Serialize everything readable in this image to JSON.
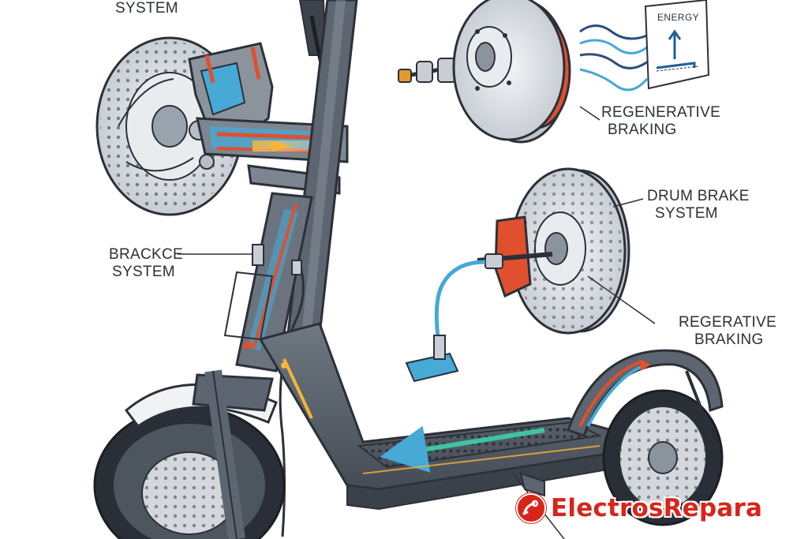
{
  "labels": {
    "top_system": "SYSTEM",
    "regen_top_line1": "REGENERATIVE",
    "regen_top_line2": "BRAKING",
    "energy": "ENERGY",
    "drum_line1": "DRUM BRAKE",
    "drum_line2": "SYSTEM",
    "brakce_line1": "BRACKCE",
    "brakce_line2": "SYSTEM",
    "regen_bottom_line1": "REGERATIVE",
    "regen_bottom_line2": "BRAKING"
  },
  "watermark": {
    "text": "ElectrosRepara",
    "icon": "wrench-logo-icon",
    "color": "#d8251a"
  },
  "colors": {
    "frame": "#5c6570",
    "frame_dark": "#2a2f37",
    "disc": "#e3e6ea",
    "hydraulic_red": "#e0502e",
    "hydraulic_blue": "#46a9d6",
    "energy_glow": "#f6b43a",
    "deck_arrow_green": "#3fc4a0"
  }
}
